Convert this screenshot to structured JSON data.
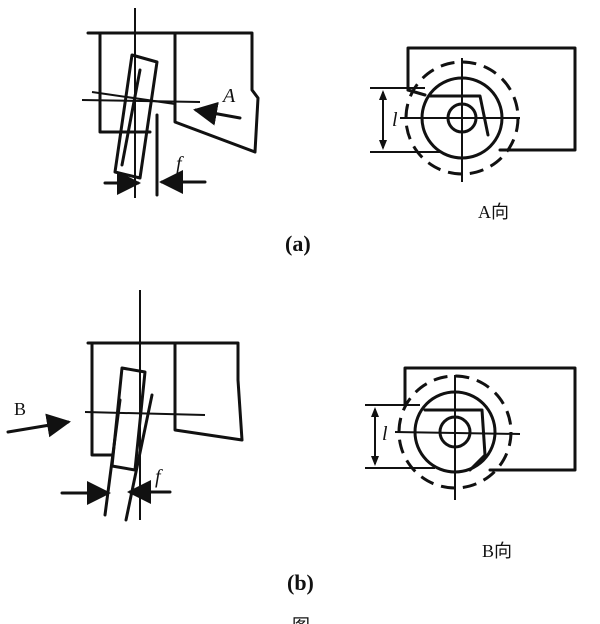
{
  "figure_a": {
    "arrow_label": "A",
    "gap_label": "f",
    "dimension_label": "l",
    "view_label": "A向",
    "caption": "(a)"
  },
  "figure_b": {
    "arrow_label": "B",
    "gap_label": "f",
    "dimension_label": "l",
    "view_label": "B向",
    "caption": "(b)"
  },
  "figure_caption": "图"
}
